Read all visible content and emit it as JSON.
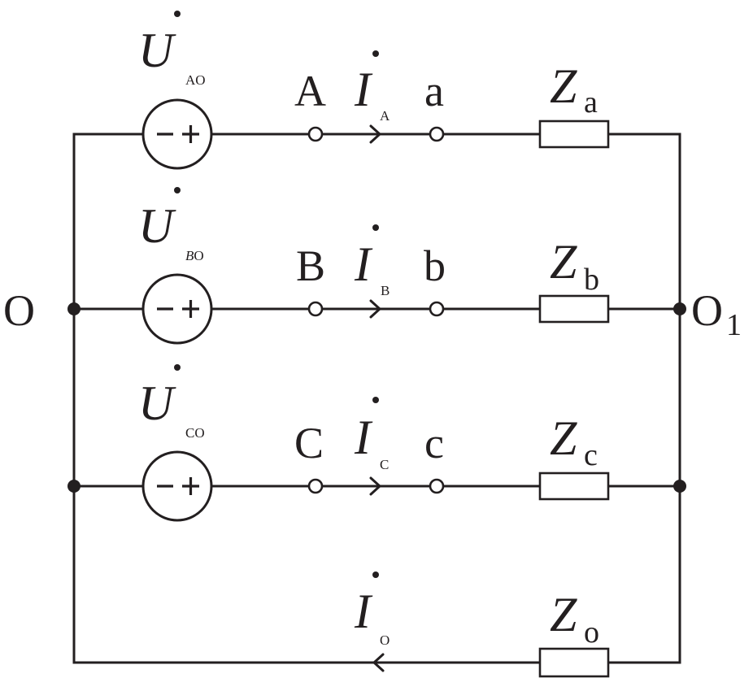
{
  "diagram": {
    "type": "three-phase four-wire circuit",
    "colors": {
      "ink": "#231f20",
      "background": "#ffffff"
    },
    "nodes": {
      "source_neutral": {
        "label": "O",
        "sub": ""
      },
      "load_neutral": {
        "label": "O",
        "sub": "1"
      }
    },
    "phases": [
      {
        "source": {
          "symbol": "U",
          "sub": "AO",
          "sub_italic_first": false,
          "sign_left": "−",
          "sign_right": "+"
        },
        "terminal_source": "A",
        "current": {
          "symbol": "I",
          "sub": "A",
          "direction": "right"
        },
        "terminal_load": "a",
        "impedance": {
          "symbol": "Z",
          "sub": "a"
        }
      },
      {
        "source": {
          "symbol": "U",
          "sub_first": "B",
          "sub_rest": "O",
          "sub_italic_first": true,
          "sign_left": "−",
          "sign_right": "+"
        },
        "terminal_source": "B",
        "current": {
          "symbol": "I",
          "sub": "B",
          "direction": "right"
        },
        "terminal_load": "b",
        "impedance": {
          "symbol": "Z",
          "sub": "b"
        }
      },
      {
        "source": {
          "symbol": "U",
          "sub": "CO",
          "sub_italic_first": false,
          "sign_left": "−",
          "sign_right": "+"
        },
        "terminal_source": "C",
        "current": {
          "symbol": "I",
          "sub": "C",
          "direction": "right"
        },
        "terminal_load": "c",
        "impedance": {
          "symbol": "Z",
          "sub": "c"
        }
      }
    ],
    "neutral_line": {
      "current": {
        "symbol": "I",
        "sub": "O",
        "direction": "left"
      },
      "impedance": {
        "symbol": "Z",
        "sub": "o"
      }
    }
  }
}
